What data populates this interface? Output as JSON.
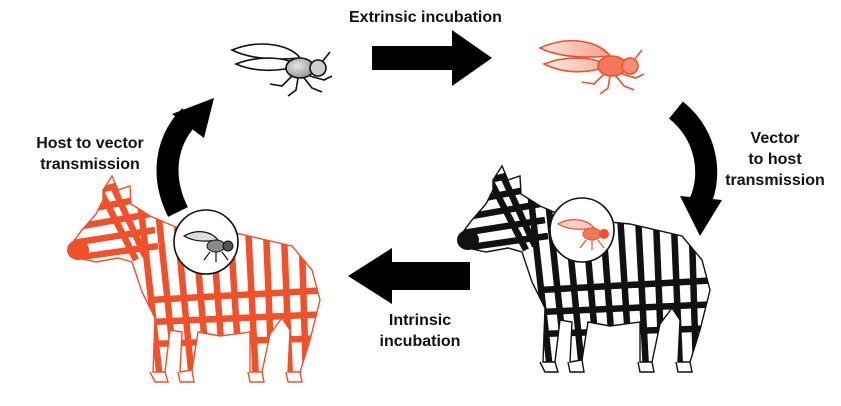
{
  "labels": {
    "extrinsic": "Extrinsic incubation",
    "host_to_vector": "Host to vector\ntransmission",
    "vector_to_host": "Vector\nto host\ntransmission",
    "intrinsic": "Intrinsic\nincubation"
  },
  "colors": {
    "infected": "#f0502a",
    "uninfected": "#111111",
    "arrow": "#000000",
    "fly_gray": "#9a9a9a"
  },
  "icons": {
    "uninfected_fly": "fly-icon",
    "infected_fly": "fly-icon-red",
    "infected_zebra": "zebra-red-icon",
    "uninfected_zebra": "zebra-black-icon"
  }
}
